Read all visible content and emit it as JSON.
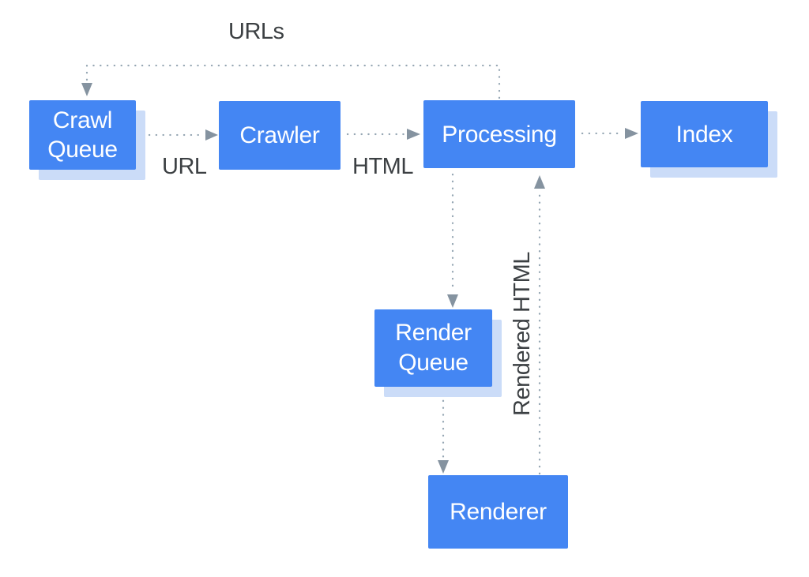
{
  "diagram": {
    "description": "Crawl, render and index pipeline flow diagram"
  },
  "colors": {
    "canvas_bg": "#ffffff",
    "node_fill": "#4486f3",
    "node_text": "#ffffff",
    "node_shadow": "#cbdcf8",
    "connector": "#95a6b3",
    "arrowhead": "#8593a0",
    "label_text": "#3c4043"
  },
  "nodes": [
    {
      "id": "crawl-queue",
      "label": "Crawl Queue"
    },
    {
      "id": "crawler",
      "label": "Crawler"
    },
    {
      "id": "processing",
      "label": "Processing"
    },
    {
      "id": "index",
      "label": "Index"
    },
    {
      "id": "render-queue",
      "label": "Render Queue"
    },
    {
      "id": "renderer",
      "label": "Renderer"
    }
  ],
  "edge_labels": [
    {
      "id": "urls",
      "text": "URLs"
    },
    {
      "id": "url",
      "text": "URL"
    },
    {
      "id": "html",
      "text": "HTML"
    },
    {
      "id": "rendered-html",
      "text": "Rendered HTML"
    }
  ]
}
